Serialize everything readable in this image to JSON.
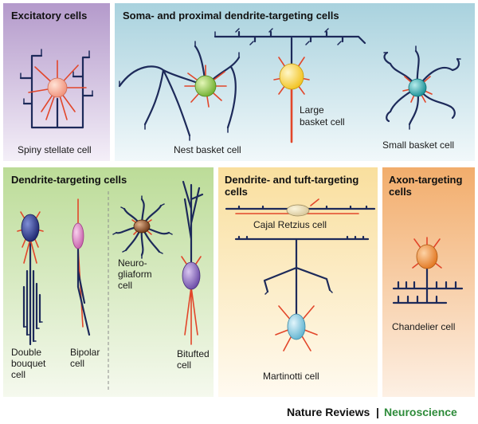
{
  "panels": {
    "excitatory": {
      "title": "Excitatory cells"
    },
    "soma": {
      "title": "Soma- and proximal dendrite-targeting cells"
    },
    "dendrite": {
      "title": "Dendrite-targeting cells"
    },
    "tuft": {
      "title_line1": "Dendrite- and tuft-targeting",
      "title_line2": "cells"
    },
    "axon": {
      "title_line1": "Axon-targeting",
      "title_line2": "cells"
    }
  },
  "cells": {
    "spiny_stellate": "Spiny stellate cell",
    "nest_basket": "Nest basket cell",
    "large_basket_line1": "Large",
    "large_basket_line2": "basket cell",
    "small_basket": "Small basket cell",
    "double_bouquet_line1": "Double",
    "double_bouquet_line2": "bouquet",
    "double_bouquet_line3": "cell",
    "bipolar_line1": "Bipolar",
    "bipolar_line2": "cell",
    "neurogliaform_line1": "Neuro-",
    "neurogliaform_line2": "gliaform",
    "neurogliaform_line3": "cell",
    "bitufted_line1": "Bitufted",
    "bitufted_line2": "cell",
    "cajal_retzius": "Cajal Retzius cell",
    "martinotti": "Martinotti cell",
    "chandelier": "Chandelier cell"
  },
  "footer": {
    "journal": "Nature Reviews",
    "separator": "|",
    "section": "Neuroscience"
  },
  "colors": {
    "excitatory_panel": "#c9b6dc",
    "soma_panel": "#cfe4ec",
    "dendrite_panel": "#d7e8bf",
    "tuft_panel": "#fbeecb",
    "axon_panel": "#f7c89a",
    "axon": "#1d2a5a",
    "dendrite": "#e2462a",
    "journal_text": "#111111",
    "section_text": "#2e8b3a"
  }
}
